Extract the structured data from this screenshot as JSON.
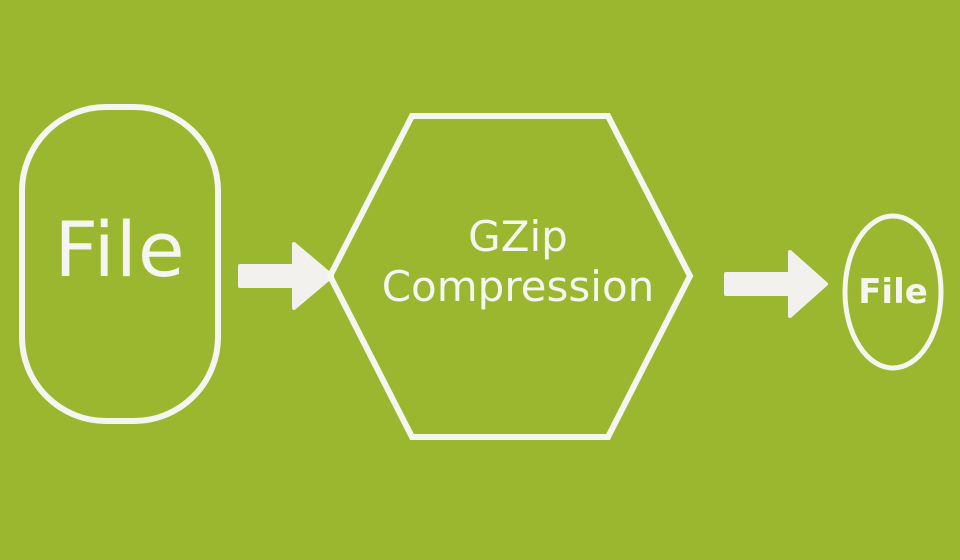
{
  "diagram": {
    "input_node": {
      "label": "File"
    },
    "process_node": {
      "line1": "GZip",
      "line2": "Compression"
    },
    "output_node": {
      "label": "File"
    }
  },
  "colors": {
    "background": "#9ab72f",
    "stroke": "#f5f6ef",
    "arrow": "#f3f1ee"
  }
}
